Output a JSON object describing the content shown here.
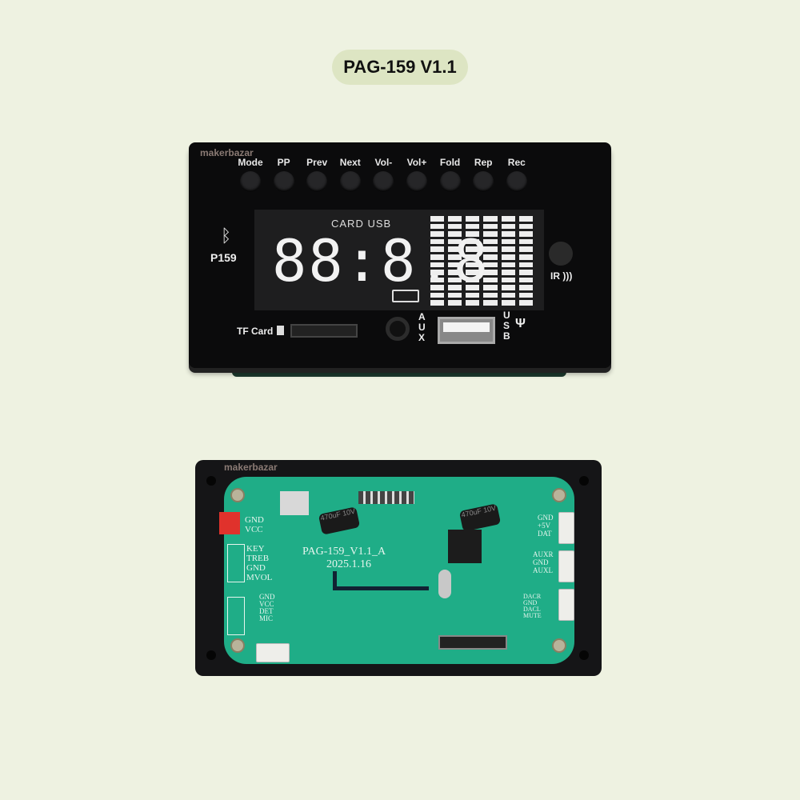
{
  "title": "PAG-159 V1.1",
  "front": {
    "logo": "makerbazar",
    "buttons": [
      "Mode",
      "PP",
      "Prev",
      "Next",
      "Vol-",
      "Vol+",
      "Fold",
      "Rep",
      "Rec"
    ],
    "model": "P159",
    "display": {
      "indicators": "CARD  USB",
      "digits": "88:8.8"
    },
    "tf_card_label": "TF Card",
    "aux_label": "AUX",
    "usb_label": "USB",
    "ir_label": "IR"
  },
  "back": {
    "logo": "makerbazar",
    "board_name": "PAG-159_V1.1_A",
    "board_date": "2025.1.16",
    "power_pins": [
      "GND",
      "VCC"
    ],
    "key_pins": [
      "KEY",
      "TREB",
      "GND",
      "MVOL"
    ],
    "mic_pins": [
      "GND",
      "VCC",
      "DET",
      "MIC"
    ],
    "right_top_pins": [
      "GND",
      "+5V",
      "DAT"
    ],
    "right_mid_pins": [
      "AUXR",
      "GND",
      "AUXL"
    ],
    "right_bot_pins": [
      "DACR",
      "GND",
      "DACL",
      "MUTE"
    ],
    "capacitor_label": "470uF 10V"
  }
}
